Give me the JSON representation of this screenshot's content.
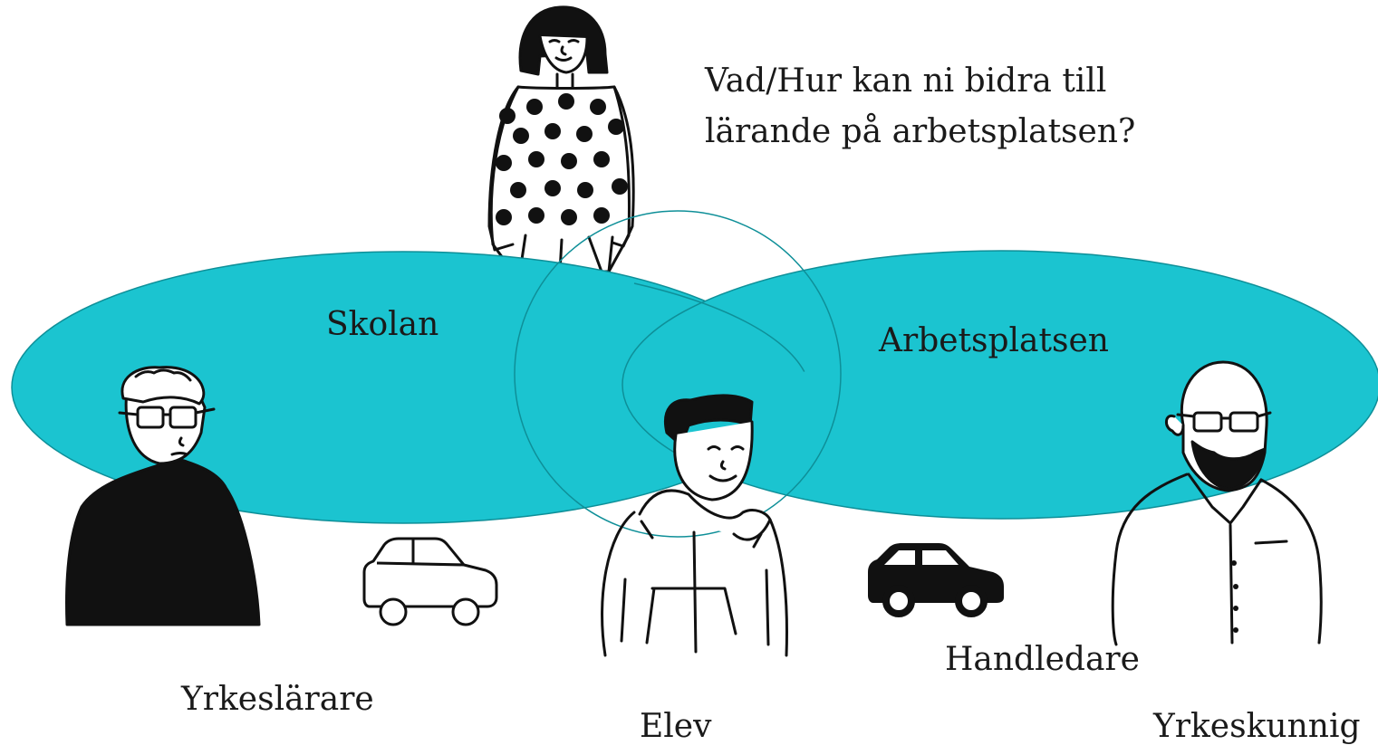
{
  "question": {
    "line1": "Vad/Hur kan ni bidra till",
    "line2": "lärande på arbetsplatsen?"
  },
  "regions": {
    "school": "Skolan",
    "workplace": "Arbetsplatsen"
  },
  "roles": {
    "teacher": "Yrkeslärare",
    "student": "Elev",
    "supervisor": "Handledare",
    "professional": "Yrkeskunnig"
  },
  "colors": {
    "ellipse_fill": "#1bc4d0",
    "ellipse_stroke": "#0e8f98",
    "ink": "#111111"
  },
  "icons": [
    "woman-figure-icon",
    "teacher-figure-icon",
    "student-figure-icon",
    "professional-figure-icon",
    "car-outline-icon",
    "car-filled-icon"
  ]
}
